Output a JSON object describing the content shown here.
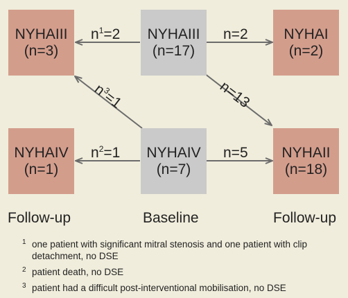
{
  "boxes": {
    "followup_nyha3": {
      "label": "NYHAIII",
      "count": "(n=3)"
    },
    "baseline_nyha3": {
      "label": "NYHAIII",
      "count": "(n=17)"
    },
    "followup_nyha1": {
      "label": "NYHAI",
      "count": "(n=2)"
    },
    "followup_nyha4": {
      "label": "NYHAIV",
      "count": "(n=1)"
    },
    "baseline_nyha4": {
      "label": "NYHAIV",
      "count": "(n=7)"
    },
    "followup_nyha2": {
      "label": "NYHAII",
      "count": "(n=18)"
    }
  },
  "arrows": {
    "b3_to_f3": {
      "base": "n",
      "sup": "1",
      "value": "=2"
    },
    "b3_to_f1": {
      "text": "n=2"
    },
    "b3_to_f2": {
      "text": "n=13"
    },
    "b4_to_f3": {
      "base": "n",
      "sup": "3",
      "value": "=1"
    },
    "b4_to_f4": {
      "base": "n",
      "sup": "2",
      "value": "=1"
    },
    "b4_to_f2": {
      "text": "n=5"
    }
  },
  "column_labels": {
    "left": "Follow-up",
    "center": "Baseline",
    "right": "Follow-up"
  },
  "footnotes": [
    {
      "mark": "1",
      "text": "one patient with significant mitral stenosis and one patient with clip detachment, no DSE"
    },
    {
      "mark": "2",
      "text": "patient death, no DSE"
    },
    {
      "mark": "3",
      "text": "patient had a difficult post-interventional mobilisation, no DSE"
    }
  ],
  "colors": {
    "background": "#f0eddc",
    "followup_box": "#d39d8c",
    "baseline_box": "#cacaca",
    "arrow": "#6b6b6b"
  }
}
